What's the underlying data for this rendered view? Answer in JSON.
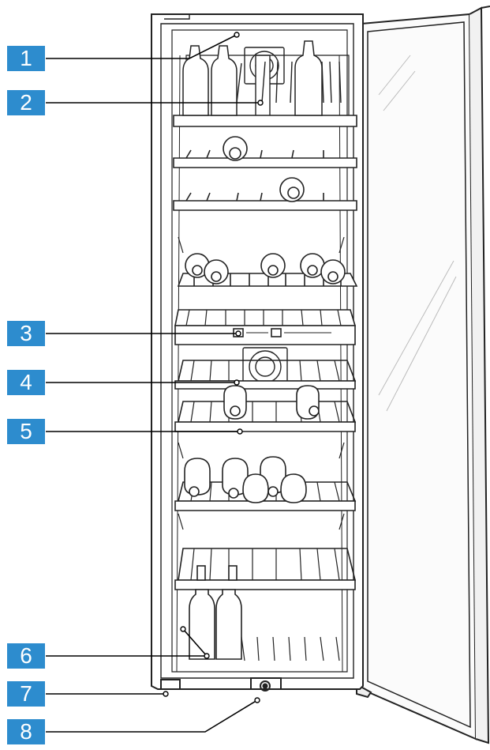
{
  "diagram": {
    "callouts": [
      {
        "id": "callout-1",
        "label": "1"
      },
      {
        "id": "callout-2",
        "label": "2"
      },
      {
        "id": "callout-3",
        "label": "3"
      },
      {
        "id": "callout-4",
        "label": "4"
      },
      {
        "id": "callout-5",
        "label": "5"
      },
      {
        "id": "callout-6",
        "label": "6"
      },
      {
        "id": "callout-7",
        "label": "7"
      },
      {
        "id": "callout-8",
        "label": "8"
      }
    ],
    "colors": {
      "callout_fill": "#2d8cce",
      "callout_text": "#ffffff",
      "line": "#000000"
    }
  }
}
